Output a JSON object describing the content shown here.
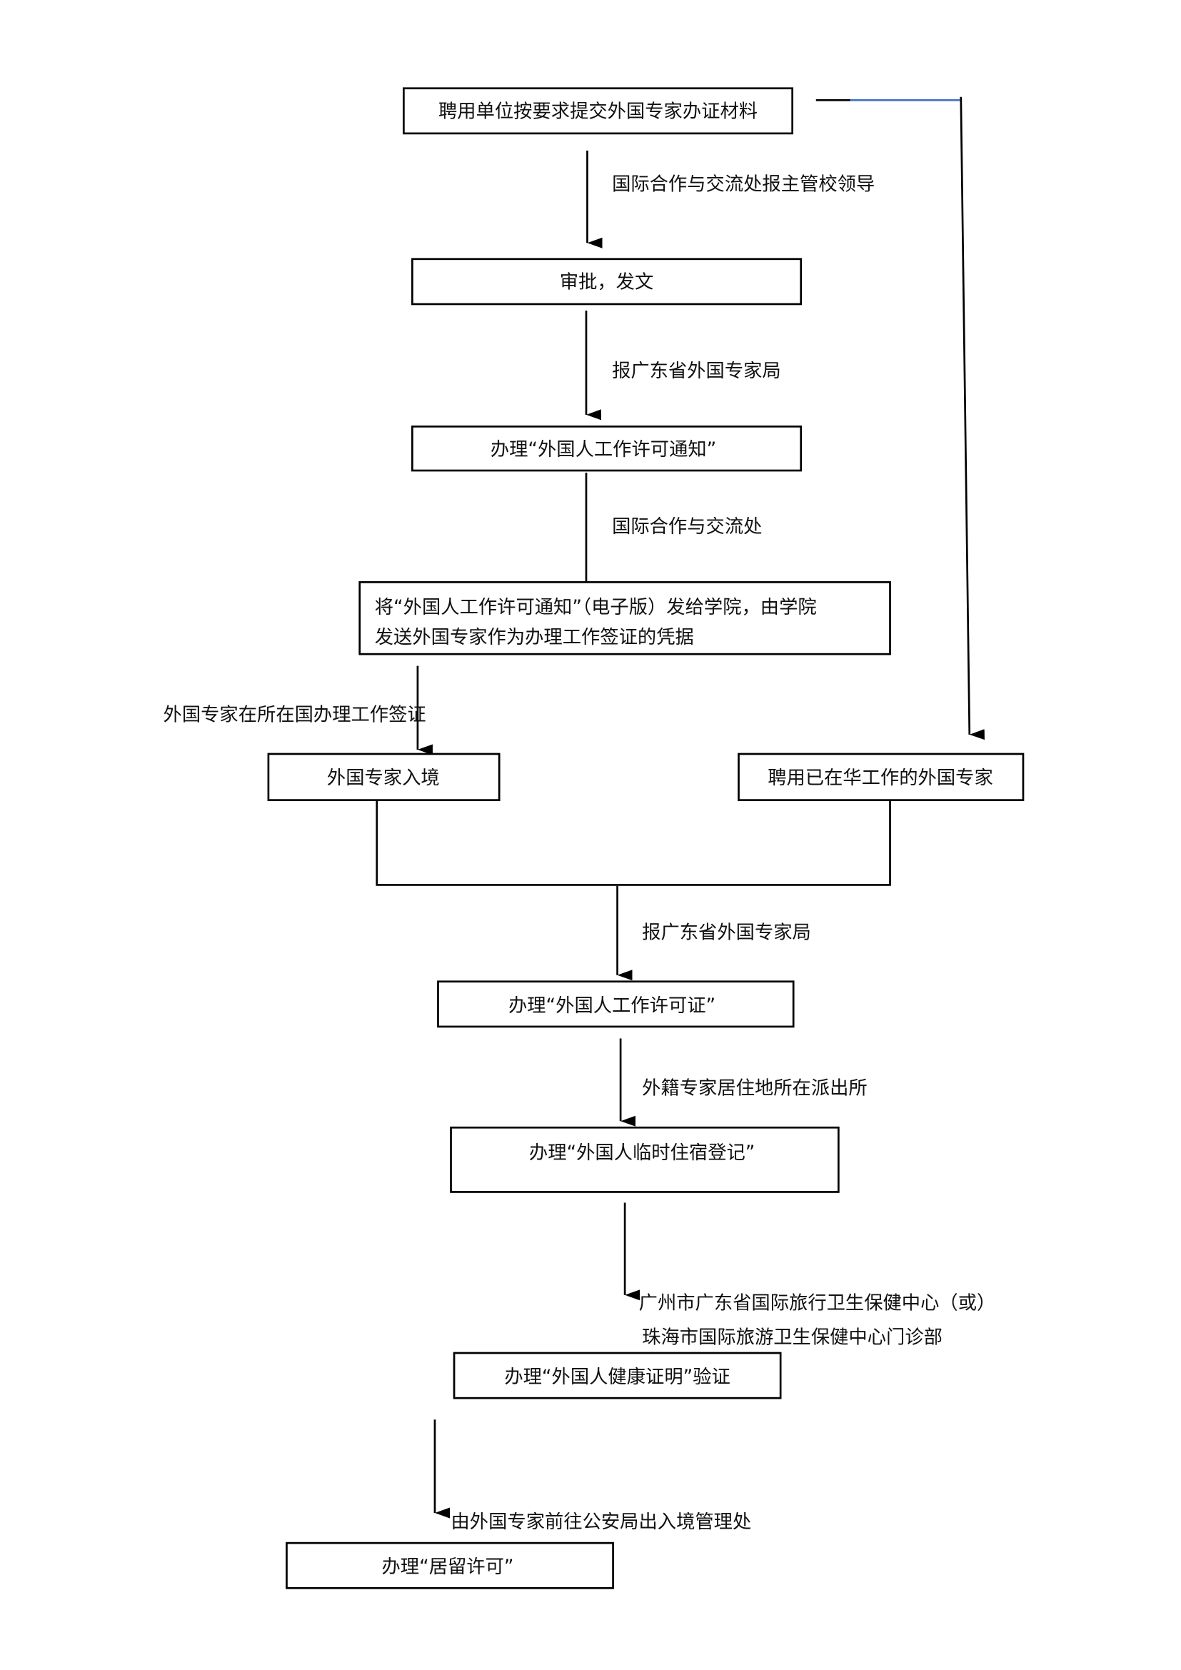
{
  "colors": {
    "line": "#000000",
    "accent_line": "#4472c4"
  },
  "boxes": {
    "b1": "聘用单位按要求提交外国专家办证材料",
    "b2": "审批，发文",
    "b3": "办理“外国人工作许可通知”",
    "b4_line1": "将“外国人工作许可通知”（电子版）发给学院，由学院",
    "b4_line2": "发送外国专家作为办理工作签证的凭据",
    "b5": "外国专家入境",
    "b6": "聘用已在华工作的外国专家",
    "b7": "办理“外国人工作许可证”",
    "b8": "办理“外国人临时住宿登记”",
    "b9": "办理“外国人健康证明”验证",
    "b10": "办理“居留许可”"
  },
  "labels": {
    "l1": "国际合作与交流处报主管校领导",
    "l2": "报广东省外国专家局",
    "l3": "国际合作与交流处",
    "l4": "外国专家在所在国办理工作签证",
    "l5": "报广东省外国专家局",
    "l6": "外籍专家居住地所在派出所",
    "l7_line1": "广州市广东省国际旅行卫生保健中心（或）",
    "l7_line2": "珠海市国际旅游卫生保健中心门诊部",
    "l8": "由外国专家前往公安局出入境管理处"
  }
}
